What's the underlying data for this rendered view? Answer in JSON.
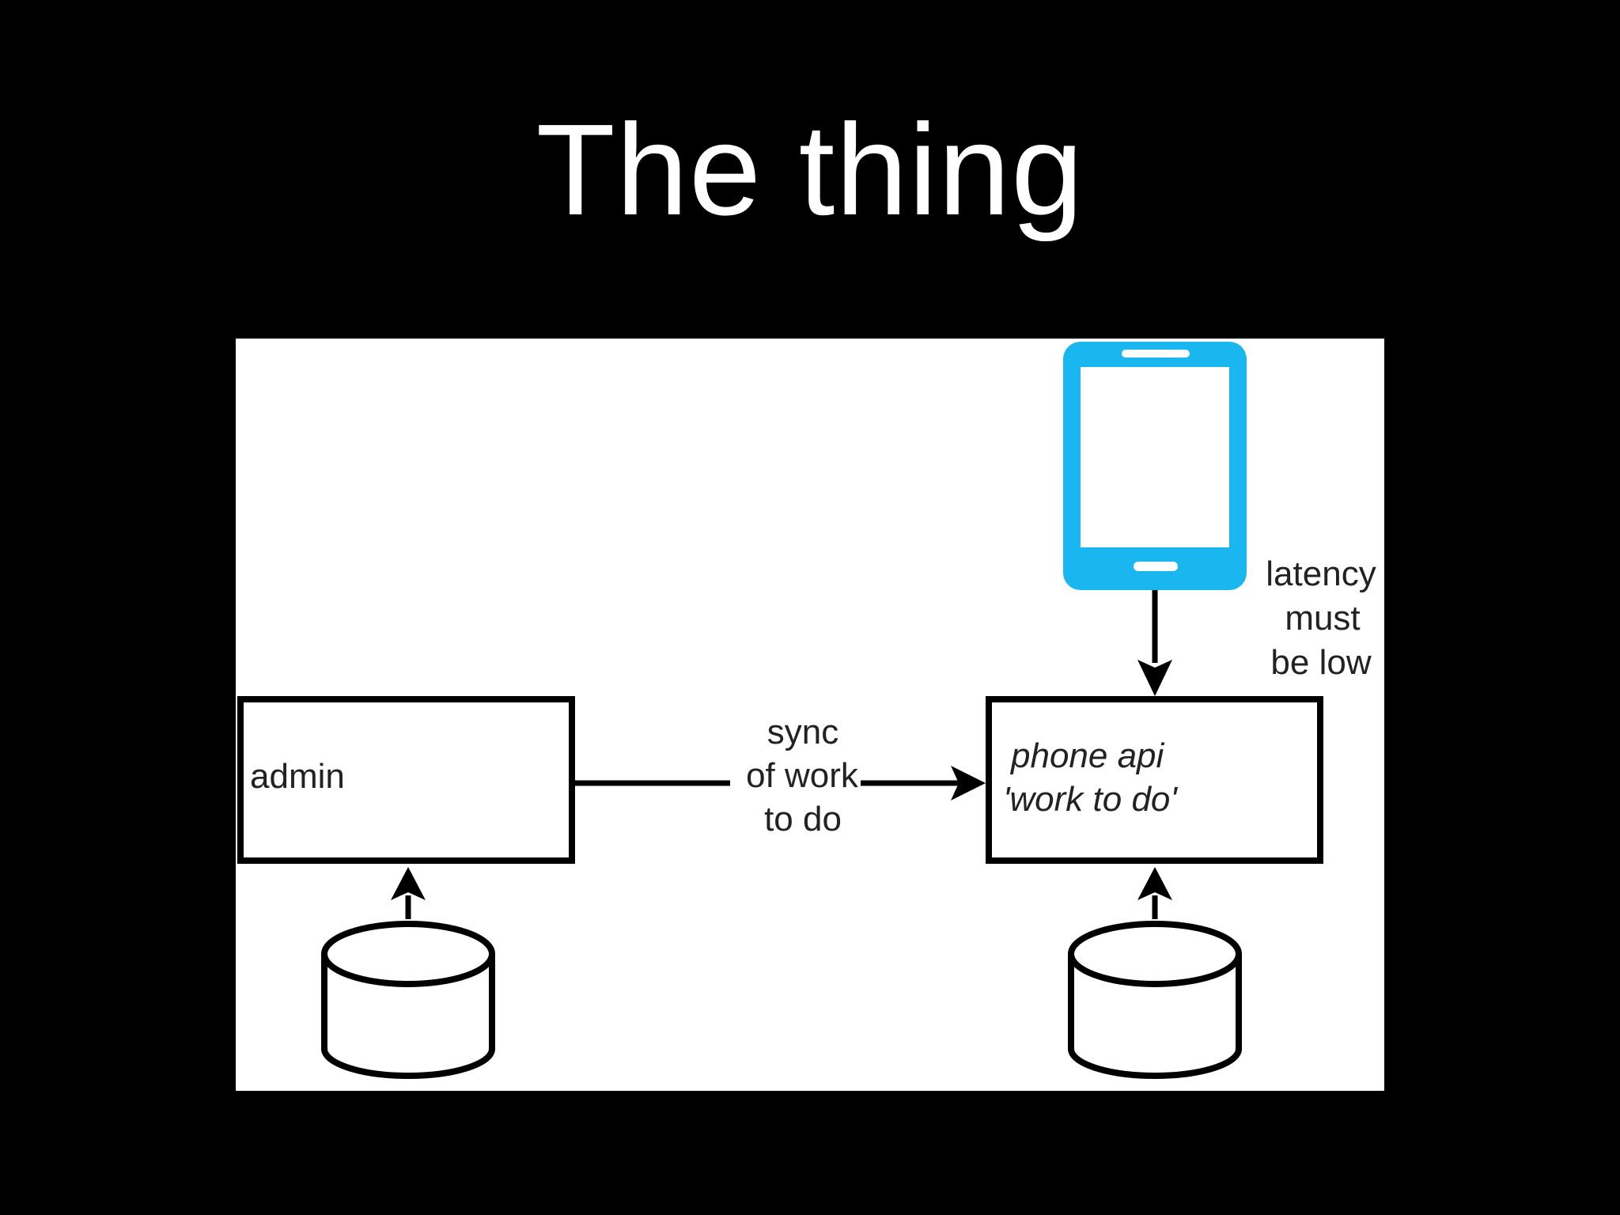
{
  "slide": {
    "title": "The thing"
  },
  "diagram": {
    "nodes": {
      "admin": {
        "label": "admin"
      },
      "phone_api": {
        "label_line1": "phone api",
        "label_line2": "'work to do'"
      },
      "phone_device": {
        "icon": "smartphone-icon",
        "color": "#1ab6f0"
      },
      "admin_db": {
        "icon": "database-icon"
      },
      "phone_api_db": {
        "icon": "database-icon"
      }
    },
    "edges": {
      "sync": {
        "line1": "sync",
        "line2": "of work",
        "line3": "to do"
      },
      "latency_note": {
        "line1": "latency",
        "line2": "must",
        "line3": "be low"
      }
    }
  },
  "colors": {
    "background": "#000000",
    "title": "#ffffff",
    "panel": "#ffffff",
    "stroke": "#000000",
    "phone": "#1ab6f0"
  }
}
